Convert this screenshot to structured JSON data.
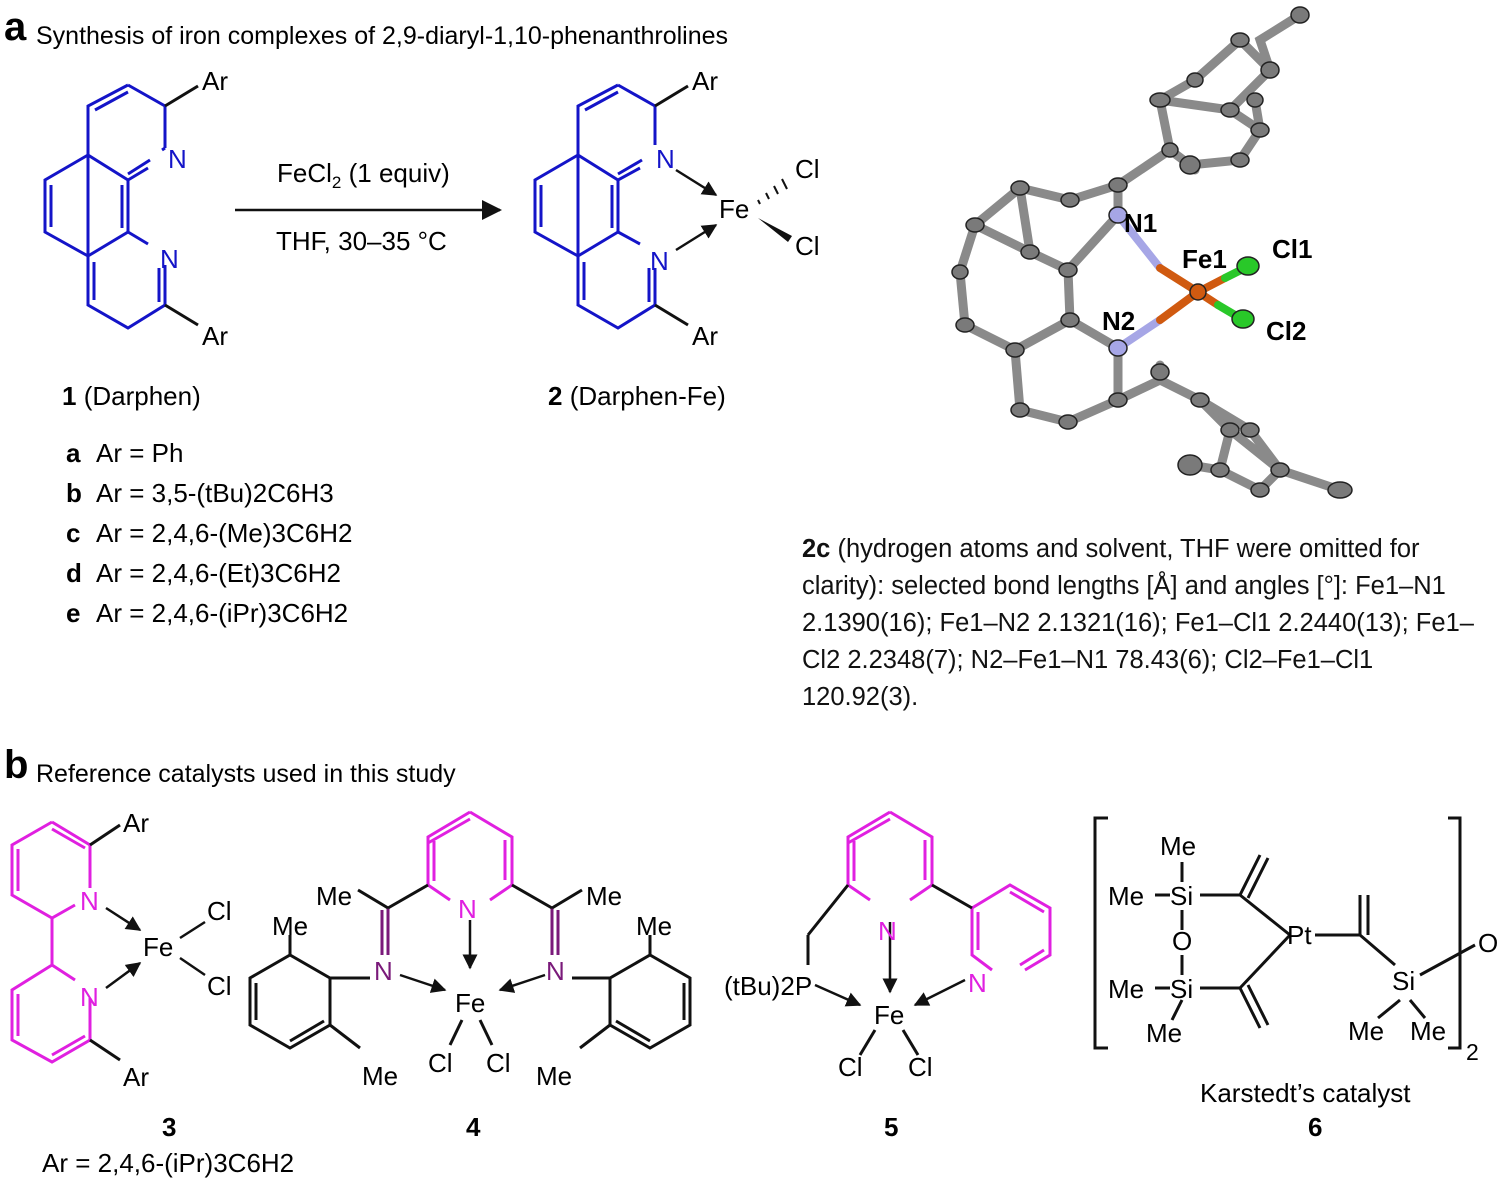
{
  "panel_a": {
    "letter": "a",
    "title": "Synthesis of iron complexes of 2,9-diaryl-1,10-phenanthrolines",
    "reagent_top_main": "FeCl",
    "reagent_top_sub": "2",
    "reagent_top_rest": " (1 equiv)",
    "reagent_bottom": "THF, 30–35 °C",
    "compound1_num": "1",
    "compound1_name": " (Darphen)",
    "compound2_num": "2",
    "compound2_name": " (Darphen-Fe)",
    "atoms": {
      "ar": "Ar",
      "n": "N",
      "fe": "Fe",
      "cl": "Cl"
    },
    "variants": [
      {
        "letter": "a",
        "text": "Ar = Ph"
      },
      {
        "letter": "b",
        "text": "Ar = 3,5-(tBu)2C6H3"
      },
      {
        "letter": "c",
        "text": "Ar = 2,4,6-(Me)3C6H2"
      },
      {
        "letter": "d",
        "text": "Ar = 2,4,6-(Et)3C6H2"
      },
      {
        "letter": "e",
        "text": "Ar = 2,4,6-(iPr)3C6H2"
      }
    ],
    "crystal_labels": {
      "n1": "N1",
      "n2": "N2",
      "fe1": "Fe1",
      "cl1": "Cl1",
      "cl2": "Cl2"
    },
    "caption_num": "2c",
    "caption_text": " (hydrogen atoms and solvent, THF were omitted for clarity): selected bond lengths [Å] and angles [°]: Fe1–N1 2.1390(16); Fe1–N2 2.1321(16); Fe1–Cl1 2.2440(13); Fe1–Cl2 2.2348(7); N2–Fe1–N1 78.43(6); Cl2–Fe1–Cl1 120.92(3)."
  },
  "panel_b": {
    "letter": "b",
    "title": "Reference catalysts used in this study",
    "atoms": {
      "me": "Me",
      "si": "Si",
      "o": "O",
      "pt": "Pt",
      "p": "P",
      "tbu2": "(tBu)2",
      "sub2": "2"
    },
    "compound3_num": "3",
    "compound3_ar": "Ar = 2,4,6-(iPr)3C6H2",
    "compound4_num": "4",
    "compound5_num": "5",
    "compound6_name": "Karstedt’s catalyst",
    "compound6_num": "6"
  },
  "colors": {
    "phenanthroline": "#1414c8",
    "pyridine_pink": "#e020e0",
    "imine_purple": "#7a1a7a",
    "bond": "#111111",
    "carbon_ellipsoid": "#8a8a8a",
    "nitrogen_ellipsoid": "#a6a6e6",
    "iron_ellipsoid": "#d05a10",
    "chlorine_ellipsoid": "#29c829"
  }
}
